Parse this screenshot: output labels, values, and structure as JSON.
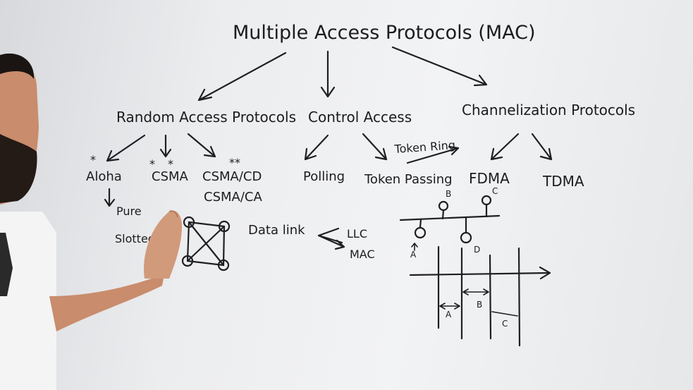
{
  "board": {
    "title": "Multiple Access Protocols (MAC)",
    "categories": {
      "random": "Random Access Protocols",
      "control": "Control Access",
      "channel": "Channelization Protocols"
    },
    "random_items": {
      "aloha": "Aloha",
      "csma": "CSMA",
      "csma_cd": "CSMA/CD",
      "csma_ca": "CSMA/CA",
      "pure": "Pure",
      "slotted": "Slotted"
    },
    "control_items": {
      "polling": "Polling",
      "token_passing": "Token Passing",
      "token_ring": "Token Ring"
    },
    "channel_items": {
      "fdma": "FDMA",
      "tdma": "TDMA"
    },
    "datalink": {
      "label": "Data link",
      "llc": "LLC",
      "mac": "MAC"
    },
    "bus_stations": {
      "a": "A",
      "b": "B",
      "c": "C",
      "d": "D"
    },
    "timeline_slots": {
      "a": "A",
      "b": "B",
      "c": "C"
    },
    "star_mark": "*",
    "double_star_mark": "**"
  },
  "colors": {
    "ink": "#1f1f22",
    "board": "#eeeff1",
    "skin": "#c98c6c",
    "shirt": "#f4f4f4",
    "hair": "#1a1412"
  }
}
